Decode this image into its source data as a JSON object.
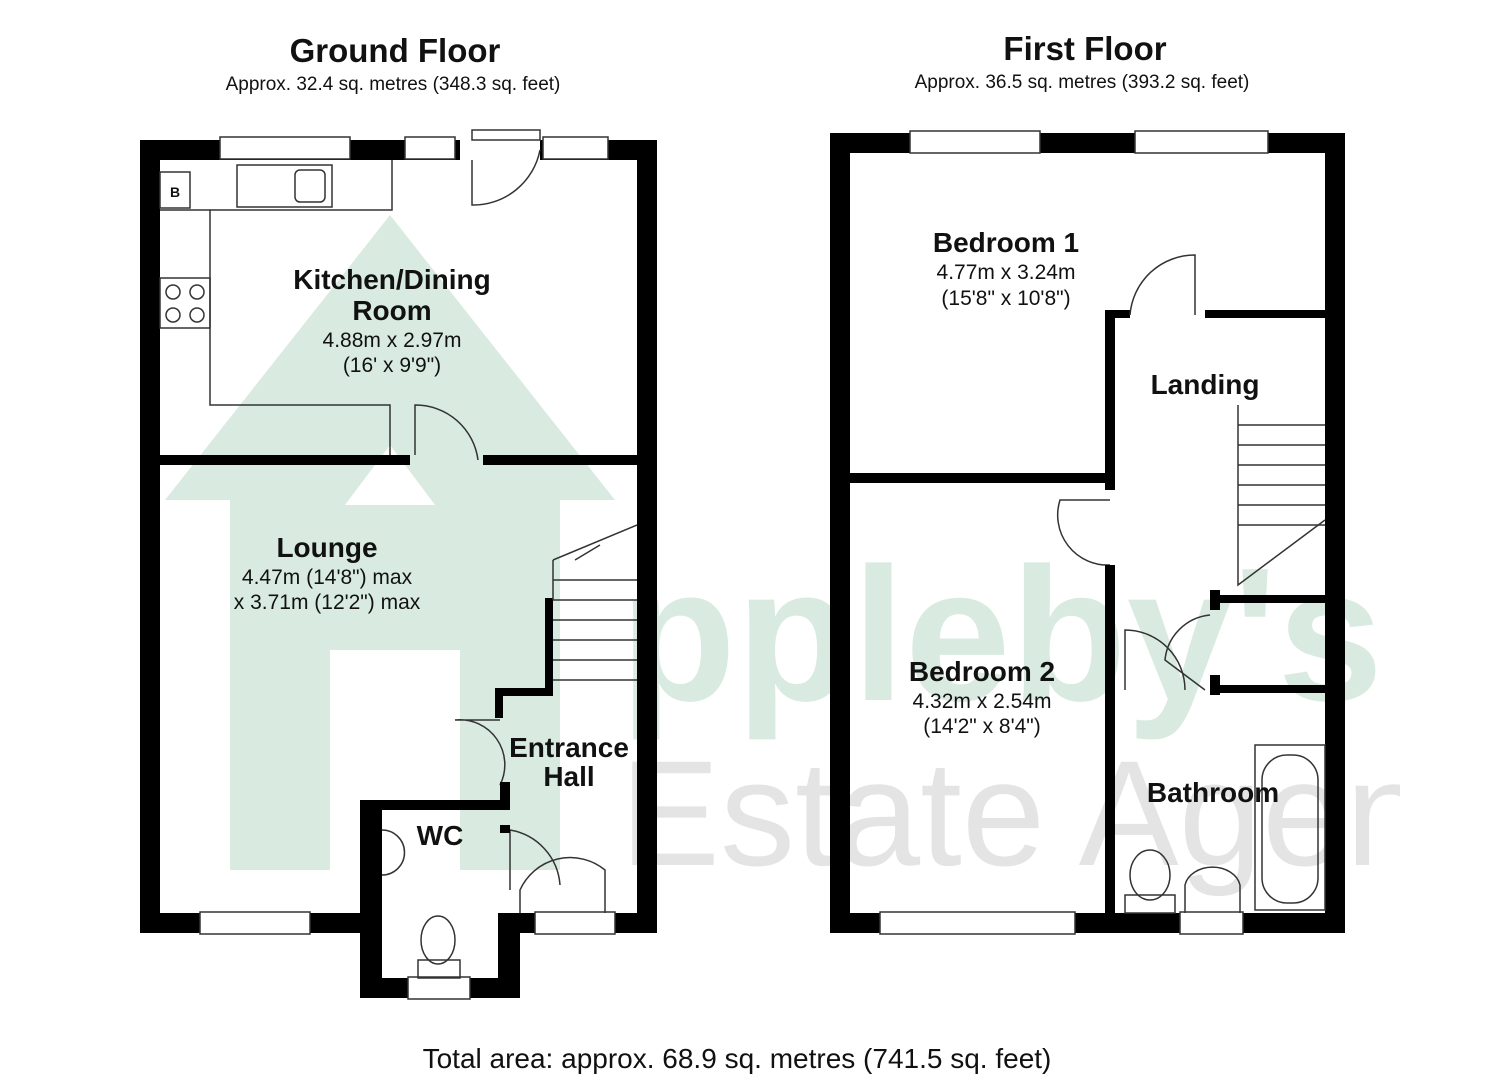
{
  "watermark": {
    "brand": "Appleby's",
    "tagline": "Estate Agents",
    "colors": {
      "house": "#d9ebe1",
      "brand": "#d9ebe1",
      "tagline": "#e4e4e4"
    }
  },
  "ground_floor": {
    "title": "Ground Floor",
    "area": "Approx. 32.4 sq. metres (348.3 sq. feet)",
    "rooms": {
      "kitchen": {
        "name_line1": "Kitchen/Dining",
        "name_line2": "Room",
        "dim_m": "4.88m x 2.97m",
        "dim_ft": "(16' x 9'9\")"
      },
      "lounge": {
        "name": "Lounge",
        "dim_line1": "4.47m (14'8\") max",
        "dim_line2": "x 3.71m (12'2\") max"
      },
      "hall": {
        "name_line1": "Entrance",
        "name_line2": "Hall"
      },
      "wc": {
        "name": "WC"
      },
      "boiler": {
        "label": "B"
      }
    }
  },
  "first_floor": {
    "title": "First Floor",
    "area": "Approx. 36.5 sq. metres (393.2 sq. feet)",
    "rooms": {
      "bedroom1": {
        "name": "Bedroom 1",
        "dim_m": "4.77m x 3.24m",
        "dim_ft": "(15'8\" x 10'8\")"
      },
      "landing": {
        "name": "Landing"
      },
      "bedroom2": {
        "name": "Bedroom 2",
        "dim_m": "4.32m x 2.54m",
        "dim_ft": "(14'2\" x 8'4\")"
      },
      "bathroom": {
        "name": "Bathroom"
      }
    }
  },
  "total": "Total area: approx. 68.9 sq. metres (741.5 sq. feet)"
}
